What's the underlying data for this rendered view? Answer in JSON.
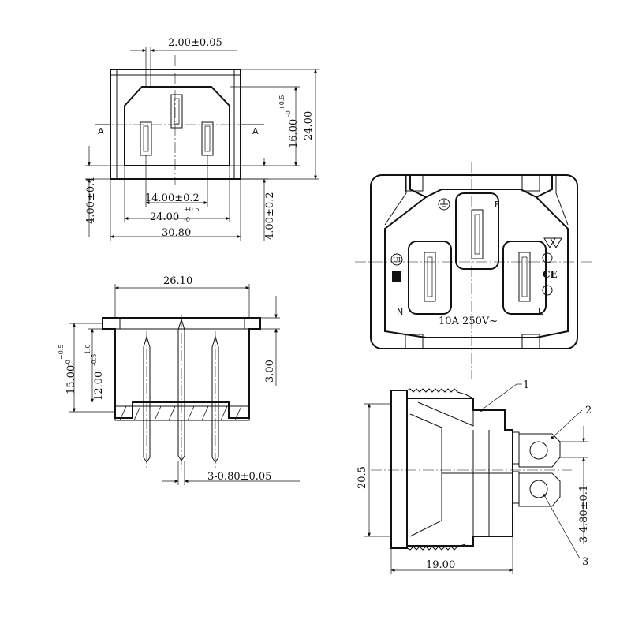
{
  "front_view": {
    "dim_pin_width": "2.00±0.05",
    "dim_height_outer": "24.00",
    "dim_socket_height": "16.00",
    "dim_socket_height_tol_upper": "+0.5",
    "dim_socket_height_tol_lower": "-0",
    "dim_left_side": "4.00±0.1",
    "dim_pin_spacing": "14.00±0.2",
    "dim_socket_width": "24.00",
    "dim_socket_width_tol_upper": "+0.5",
    "dim_socket_width_tol_lower": "-0",
    "dim_overall_width": "30.80",
    "dim_right_side": "4.00±0.2",
    "section_mark_left": "A",
    "section_mark_right": "A"
  },
  "side_view": {
    "dim_top_width": "26.10",
    "dim_depth_15": "15.00",
    "dim_depth_15_tol_upper": "+0.5",
    "dim_depth_15_tol_lower": "-0",
    "dim_depth_12": "12.00",
    "dim_depth_12_tol_upper": "+1.0",
    "dim_depth_12_tol_lower": "-0.5",
    "dim_flange": "3.00",
    "dim_pin_thickness": "3-0.80±0.05"
  },
  "iso_view": {
    "label_earth": "E",
    "label_neutral": "N",
    "label_live": "L",
    "rating": "10A 250V~"
  },
  "profile_view": {
    "dim_height": "20.5",
    "dim_depth": "19.00",
    "dim_tab_width": "3-4.80±0.1",
    "callout_1": "1",
    "callout_2": "2",
    "callout_3": "3"
  }
}
